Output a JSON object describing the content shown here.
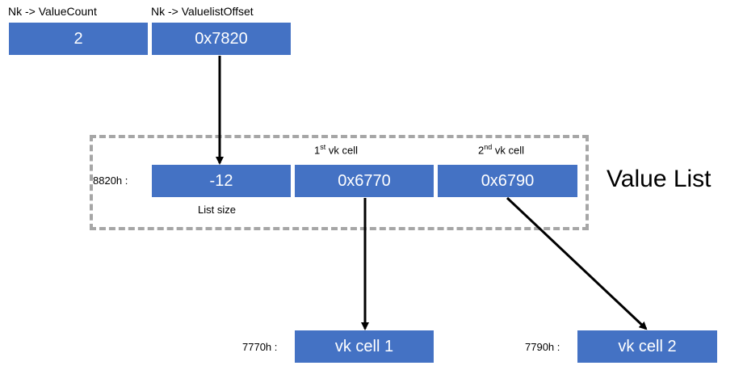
{
  "header_labels": {
    "value_count": "Nk -> ValueCount",
    "valuelist_offset": "Nk -> ValuelistOffset"
  },
  "nk_boxes": {
    "value_count": "2",
    "valuelist_offset": "0x7820"
  },
  "value_list": {
    "title": "Value List",
    "address": "8820h :",
    "list_size_label": "List size",
    "cell1_label": {
      "num": "1",
      "sup": "st",
      "text": " vk cell"
    },
    "cell2_label": {
      "num": "2",
      "sup": "nd",
      "text": " vk cell"
    },
    "entries": [
      "-12",
      "0x6770",
      "0x6790"
    ]
  },
  "vk_cells": [
    {
      "address": "7770h :",
      "label": "vk cell 1"
    },
    {
      "address": "7790h :",
      "label": "vk cell 2"
    }
  ],
  "colors": {
    "box_fill": "#4472c4",
    "dashed_border": "#a6a6a6",
    "arrow": "#000000"
  }
}
